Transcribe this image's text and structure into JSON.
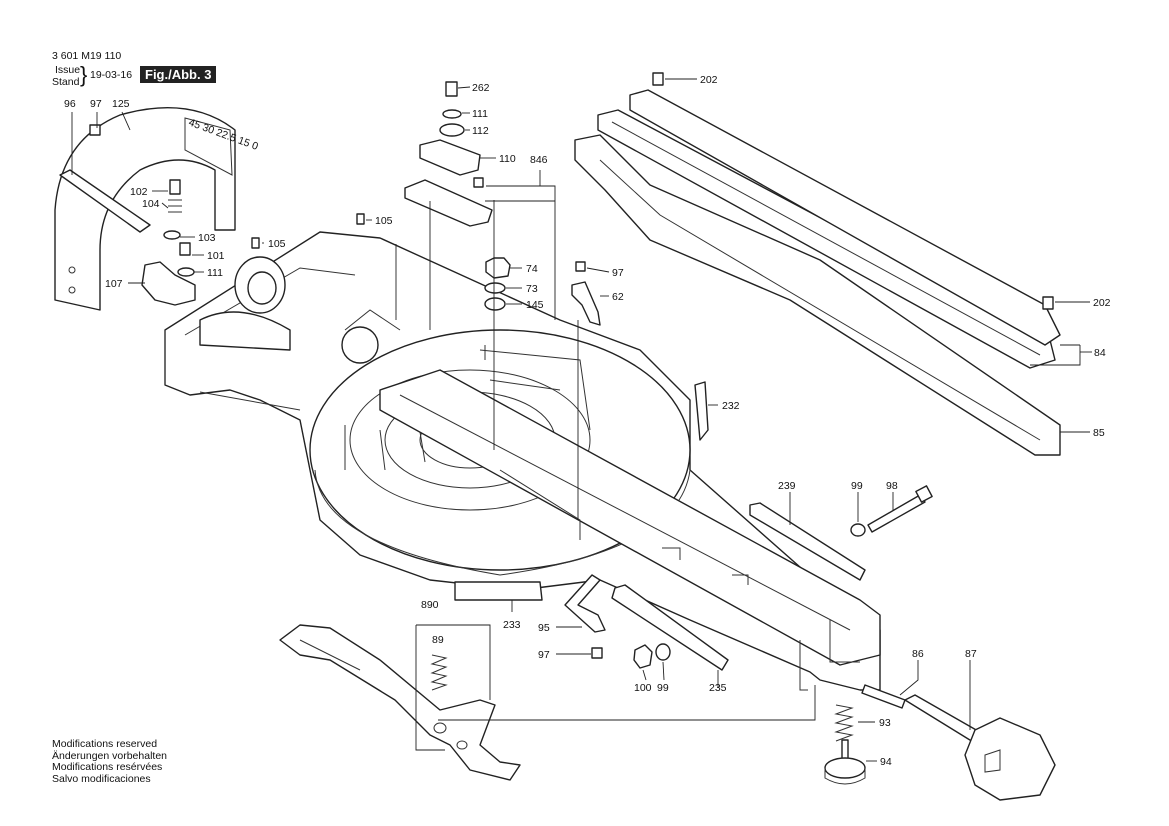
{
  "header": {
    "doc_number": "3 601 M19 110",
    "issue_label": "Issue",
    "stand_label": "Stand",
    "date": "19-03-16",
    "figure": "Fig./Abb. 3"
  },
  "footer": {
    "lines": [
      "Modifications reserved",
      "Änderungen vorbehalten",
      "Modifications resérvées",
      "Salvo modificaciones"
    ]
  },
  "protractor_scale": "45 30 22.5 15 0",
  "parts": {
    "p96": "96",
    "p97a": "97",
    "p125": "125",
    "p102": "102",
    "p104": "104",
    "p103": "103",
    "p101": "101",
    "p111a": "111",
    "p107": "107",
    "p105a": "105",
    "p105b": "105",
    "p262": "262",
    "p111b": "111",
    "p112": "112",
    "p110": "110",
    "p846": "846",
    "p74": "74",
    "p73": "73",
    "p145": "145",
    "p97b": "97",
    "p62": "62",
    "p202a": "202",
    "p202b": "202",
    "p84": "84",
    "p85": "85",
    "p232": "232",
    "p239": "239",
    "p99a": "99",
    "p98": "98",
    "p890": "890",
    "p89": "89",
    "p233": "233",
    "p95": "95",
    "p97c": "97",
    "p100": "100",
    "p99b": "99",
    "p235": "235",
    "p86": "86",
    "p87": "87",
    "p93": "93",
    "p94": "94"
  }
}
